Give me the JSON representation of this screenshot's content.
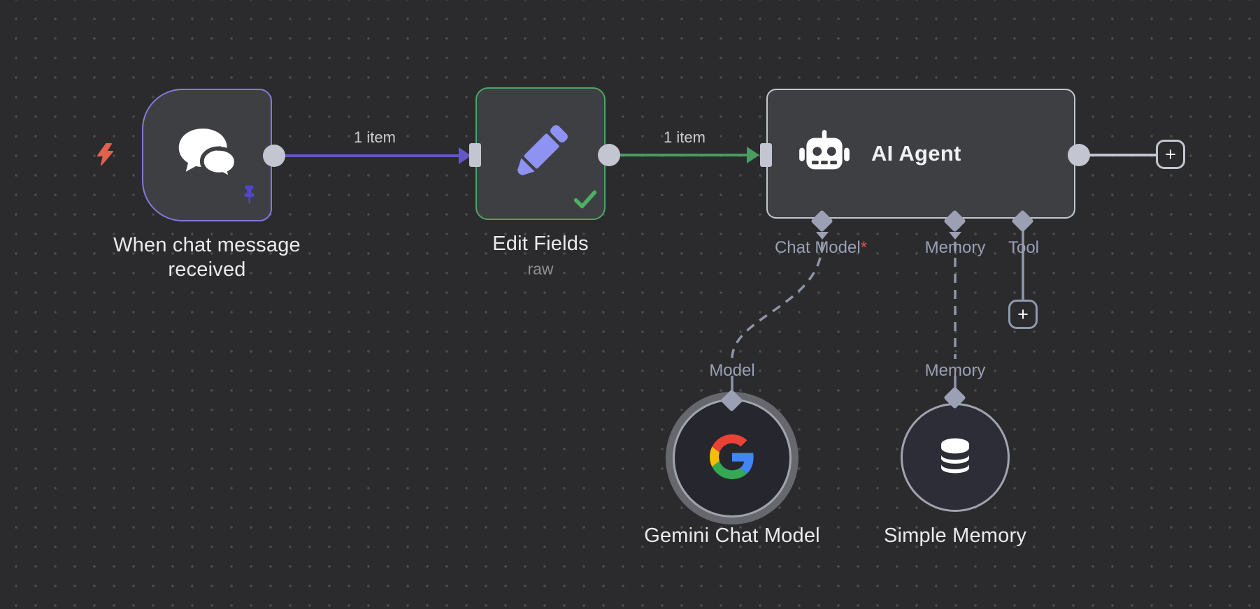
{
  "workflow": {
    "nodes": {
      "trigger": {
        "label_line1": "When chat message",
        "label_line2": "received"
      },
      "edit_fields": {
        "label": "Edit Fields",
        "sublabel": "raw"
      },
      "ai_agent": {
        "title": "AI Agent",
        "ports": {
          "chat_model": "Chat Model",
          "required_mark": "*",
          "memory": "Memory",
          "tool": "Tool"
        }
      },
      "gemini": {
        "label": "Gemini Chat Model",
        "port_label": "Model"
      },
      "simple_memory": {
        "label": "Simple Memory",
        "port_label": "Memory"
      }
    },
    "edges": {
      "trigger_to_edit": {
        "label": "1 item"
      },
      "edit_to_agent": {
        "label": "1 item"
      }
    },
    "buttons": {
      "add_tool": "+",
      "add_next": "+"
    }
  },
  "colors": {
    "canvas_bg": "#2b2b2d",
    "node_fill": "#3e3f42",
    "trigger_border": "#8478de",
    "edit_border": "#4fa465",
    "agent_border": "#c3c6d0",
    "purple_connection": "#6456c8",
    "green_connection": "#4a9c60",
    "gray_connection": "#9199ad",
    "port_label": "#9aa0b6",
    "required_asterisk": "#e0544e",
    "trigger_flash": "#e0614e",
    "pencil_icon": "#8e92f2",
    "pin_icon": "#5246cc"
  }
}
